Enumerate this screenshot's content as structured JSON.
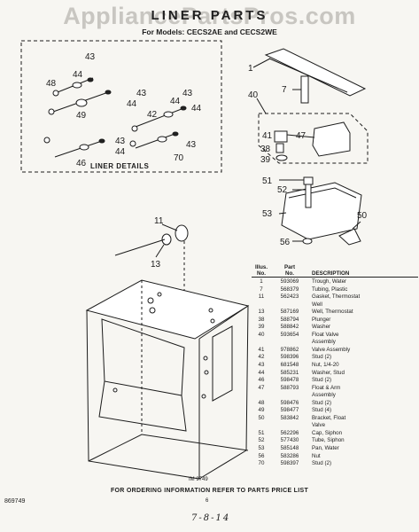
{
  "watermark": "AppliancePartsPros.com",
  "header": {
    "title": "LINER PARTS",
    "subtitle": "For Models: CECS2AE and CECS2WE"
  },
  "liner_details": {
    "caption": "LINER DETAILS",
    "callouts": [
      "43",
      "48",
      "44",
      "43",
      "49",
      "44",
      "43",
      "44",
      "42",
      "44",
      "43",
      "44",
      "70",
      "43",
      "46"
    ]
  },
  "right_callouts": [
    "1",
    "7",
    "40",
    "41",
    "47",
    "38",
    "39",
    "51",
    "52",
    "53",
    "50",
    "56"
  ],
  "main_callouts": [
    "11",
    "13"
  ],
  "drawing_code": "IM 9749",
  "parts_table": {
    "headers": {
      "illus": "Illus.\nNo.",
      "part": "Part\nNo.",
      "desc": "DESCRIPTION"
    },
    "rows": [
      {
        "illus": "1",
        "part": "593069",
        "desc": "Trough, Water"
      },
      {
        "illus": "7",
        "part": "568379",
        "desc": "Tubing, Plastic"
      },
      {
        "illus": "11",
        "part": "562423",
        "desc": "Gasket, Thermostat"
      },
      {
        "illus": "",
        "part": "",
        "desc": "Well"
      },
      {
        "illus": "13",
        "part": "587169",
        "desc": "Well, Thermostat"
      },
      {
        "illus": "38",
        "part": "588794",
        "desc": "Plunger"
      },
      {
        "illus": "39",
        "part": "588842",
        "desc": "Washer"
      },
      {
        "illus": "40",
        "part": "593654",
        "desc": "Float Valve"
      },
      {
        "illus": "",
        "part": "",
        "desc": "Assembly"
      },
      {
        "illus": "41",
        "part": "978862",
        "desc": "Valve Assembly"
      },
      {
        "illus": "42",
        "part": "598396",
        "desc": "Stud (2)"
      },
      {
        "illus": "43",
        "part": "681548",
        "desc": "Nut, 1/4-20"
      },
      {
        "illus": "44",
        "part": "585231",
        "desc": "Washer, Stud"
      },
      {
        "illus": "46",
        "part": "598478",
        "desc": "Stud (2)"
      },
      {
        "illus": "47",
        "part": "588793",
        "desc": "Float & Arm"
      },
      {
        "illus": "",
        "part": "",
        "desc": "Assembly"
      },
      {
        "illus": "48",
        "part": "598476",
        "desc": "Stud (2)"
      },
      {
        "illus": "49",
        "part": "598477",
        "desc": "Stud (4)"
      },
      {
        "illus": "50",
        "part": "583842",
        "desc": "Bracket, Float"
      },
      {
        "illus": "",
        "part": "",
        "desc": "Valve"
      },
      {
        "illus": "51",
        "part": "562296",
        "desc": "Cap, Siphon"
      },
      {
        "illus": "52",
        "part": "577430",
        "desc": "Tube, Siphon"
      },
      {
        "illus": "53",
        "part": "585148",
        "desc": "Pan, Water"
      },
      {
        "illus": "56",
        "part": "583286",
        "desc": "Nut"
      },
      {
        "illus": "70",
        "part": "598397",
        "desc": "Stud (2)"
      }
    ]
  },
  "footer": {
    "note": "FOR ORDERING INFORMATION REFER TO PARTS PRICE LIST",
    "page": "6",
    "left_code": "869749",
    "handwritten": "7-8-14"
  }
}
